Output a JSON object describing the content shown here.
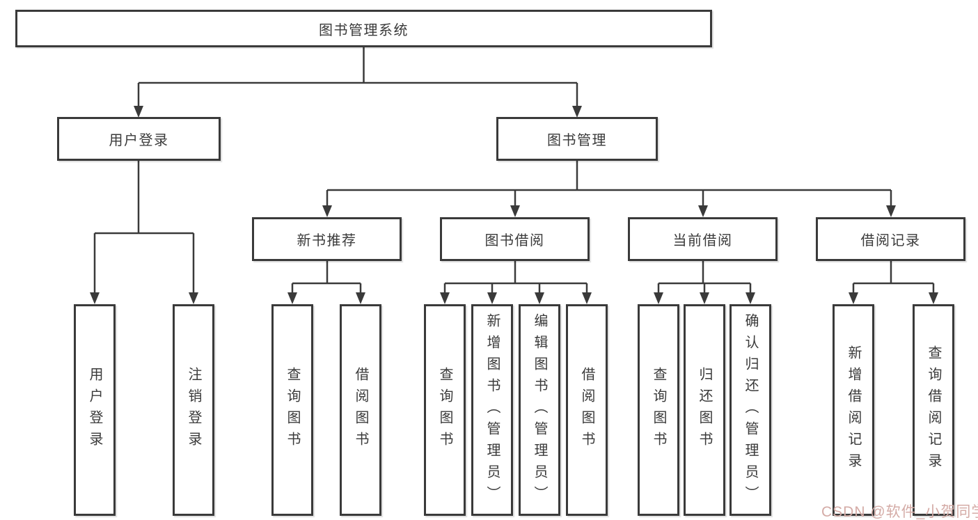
{
  "diagram_type": "hierarchy",
  "colors": {
    "background": "#ffffff",
    "line": "#3a3a3a",
    "box_border": "#3a3a3a",
    "text": "#3a3a3a",
    "watermark": "#d4aba6"
  },
  "watermark": "CSDN @软件_小贺同学",
  "tree": {
    "root": {
      "label": "图书管理系统",
      "children": [
        {
          "label": "用户登录",
          "children": [
            {
              "label": "用户登录"
            },
            {
              "label": "注销登录"
            }
          ]
        },
        {
          "label": "图书管理",
          "children": [
            {
              "label": "新书推荐",
              "children": [
                {
                  "label": "查询图书"
                },
                {
                  "label": "借阅图书"
                }
              ]
            },
            {
              "label": "图书借阅",
              "children": [
                {
                  "label": "查询图书"
                },
                {
                  "label": "新增图书（管理员）"
                },
                {
                  "label": "编辑图书（管理员）"
                },
                {
                  "label": "借阅图书"
                }
              ]
            },
            {
              "label": "当前借阅",
              "children": [
                {
                  "label": "查询图书"
                },
                {
                  "label": "归还图书"
                },
                {
                  "label": "确认归还（管理员）"
                }
              ]
            },
            {
              "label": "借阅记录",
              "children": [
                {
                  "label": "新增借阅记录"
                },
                {
                  "label": "查询借阅记录"
                }
              ]
            }
          ]
        }
      ]
    }
  }
}
